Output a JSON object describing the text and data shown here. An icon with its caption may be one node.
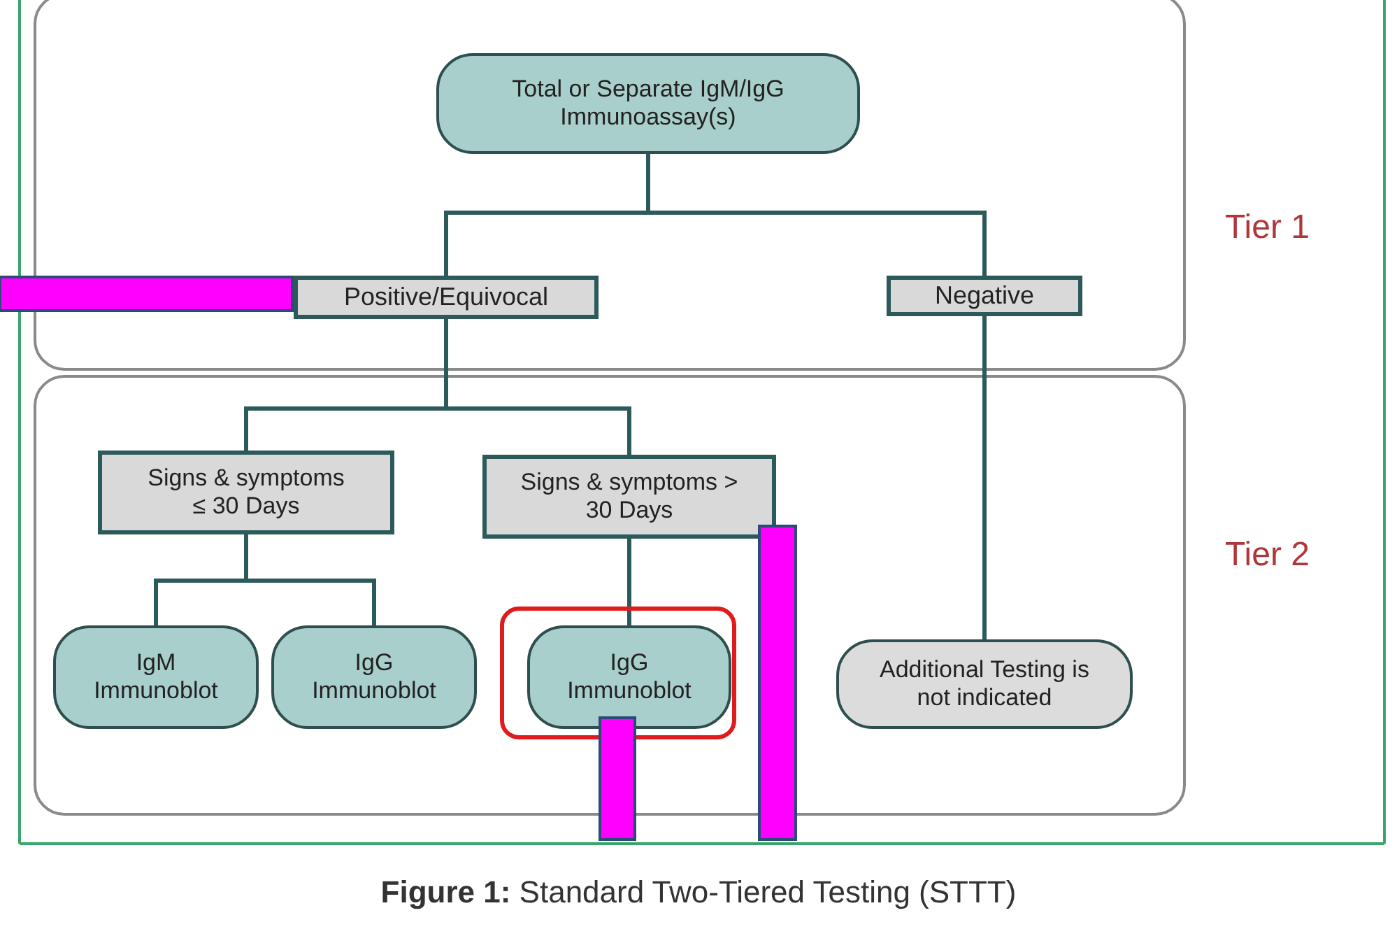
{
  "diagram": {
    "caption": "**Figure 1:** Standard Two-Tiered Testing (STTT)",
    "nodes": [
      {
        "text": [
          "Tier 1"
        ]
      },
      {
        "text": [
          "Tier 2"
        ]
      },
      {
        "text": [
          "Total or Separate IgM/IgG Immunoassay(s)"
        ],
        "in": 0
      },
      {
        "text": [
          "Positive/Equivocal"
        ],
        "in": 0
      },
      {
        "text": [
          "Negative"
        ],
        "in": 0
      },
      {
        "text": [
          "Signs & symptoms ≤ 30 Days"
        ],
        "in": 1
      },
      {
        "text": [
          "Signs & symptoms > 30 Days"
        ],
        "in": 1
      },
      {
        "text": [
          "IgM Immunoblot"
        ],
        "in": 1
      },
      {
        "text": [
          "IgG Immunoblot"
        ],
        "in": 1
      },
      {
        "text": [
          "IgG Immunoblot"
        ],
        "in": 1
      },
      {
        "text": [
          "Additional Testing is not indicated"
        ],
        "in": 1
      }
    ],
    "edges": [
      {
        "from": 2,
        "to": 3,
        "arrow": "none"
      },
      {
        "from": 2,
        "to": 4,
        "arrow": "none"
      },
      {
        "from": 3,
        "to": 5,
        "arrow": "none"
      },
      {
        "from": 3,
        "to": 6,
        "arrow": "none"
      },
      {
        "from": 5,
        "to": 7,
        "arrow": "none"
      },
      {
        "from": 5,
        "to": 8,
        "arrow": "none"
      },
      {
        "from": 6,
        "to": 9,
        "arrow": "none"
      },
      {
        "from": 4,
        "to": 10,
        "arrow": "none"
      }
    ]
  }
}
